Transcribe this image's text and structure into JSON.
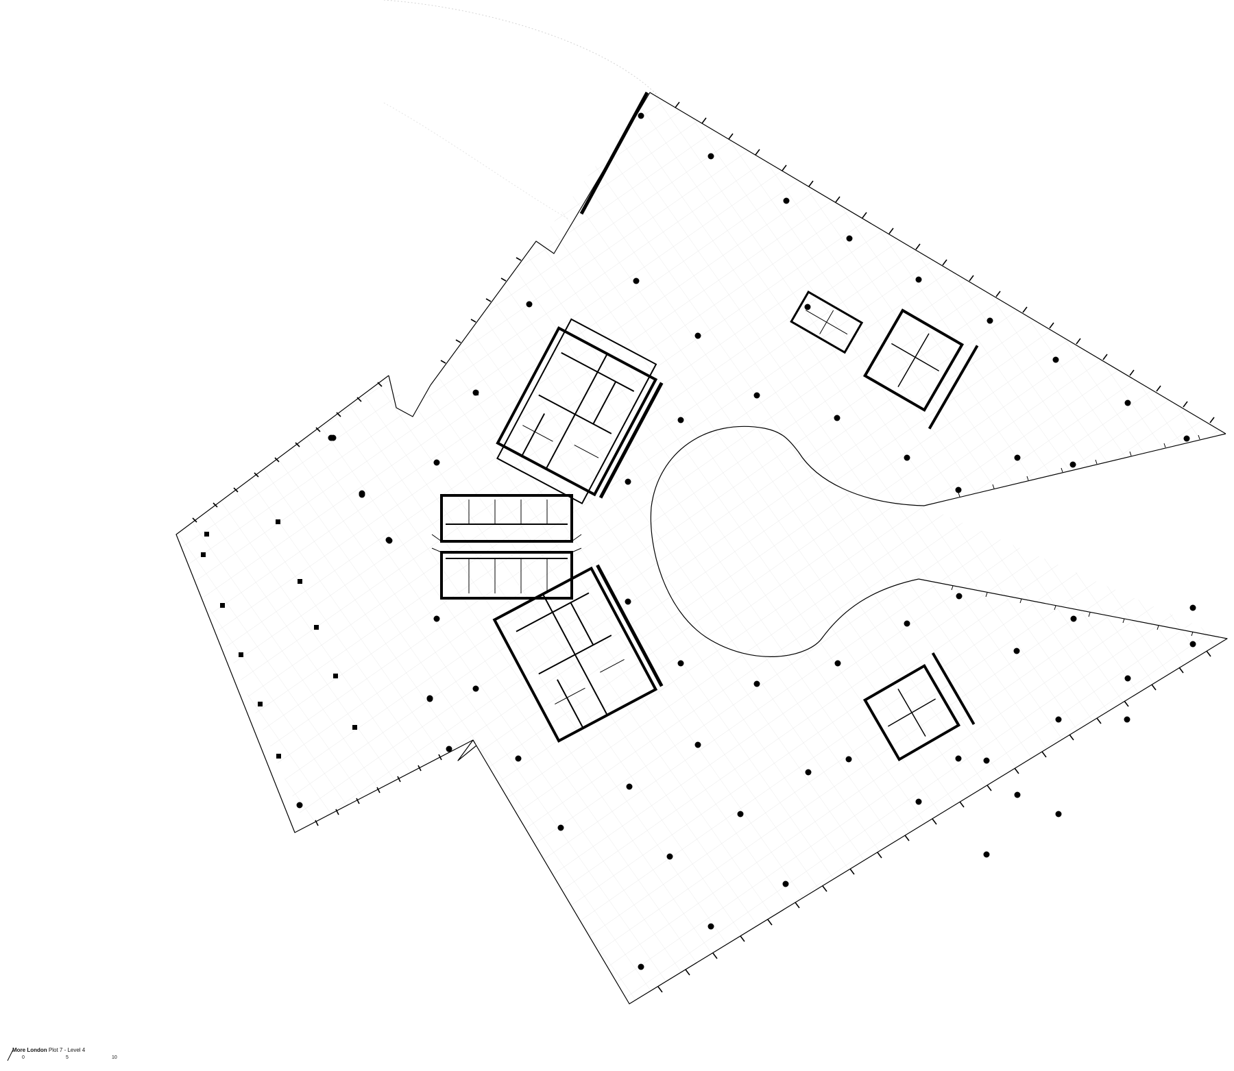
{
  "drawing": {
    "project_name": "More London",
    "sheet_title": "Plot 7 - Level 4",
    "scale_bar": {
      "labels": [
        "0",
        "5",
        "10"
      ],
      "units": ""
    }
  },
  "palette": {
    "ink": "#000000",
    "grid": "#e6e6e6",
    "background": "#ffffff"
  },
  "icons": {
    "north_arrow": "north-arrow-icon"
  }
}
